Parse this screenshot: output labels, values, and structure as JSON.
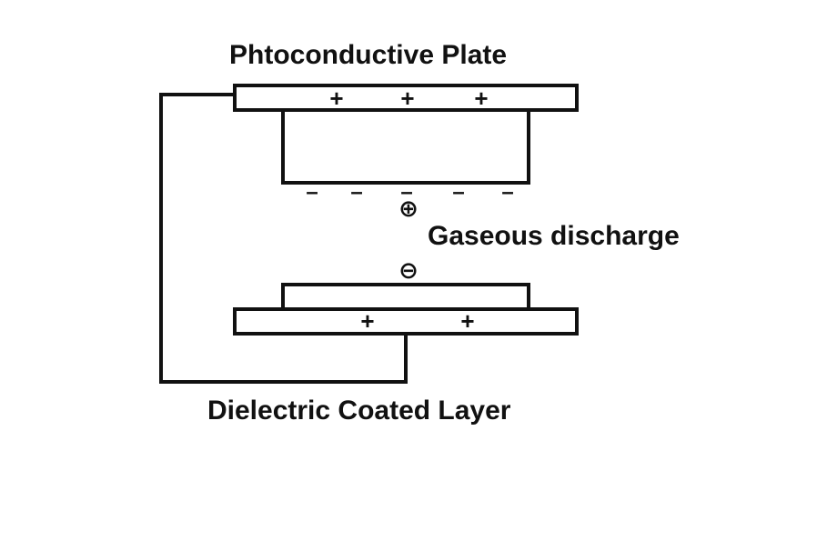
{
  "labels": {
    "top_plate": "Phtoconductive Plate",
    "discharge": "Gaseous discharge",
    "bottom_layer": "Dielectric Coated Layer"
  },
  "charges": {
    "top_plate_plus": [
      "+",
      "+",
      "+"
    ],
    "gap_minus": [
      "–",
      "–",
      "–",
      "–",
      "–"
    ],
    "positive_ion": "⊕",
    "negative_ion": "⊖",
    "bottom_plate_plus": [
      "+",
      "+"
    ]
  },
  "colors": {
    "ink": "#111111",
    "background": "#ffffff"
  }
}
